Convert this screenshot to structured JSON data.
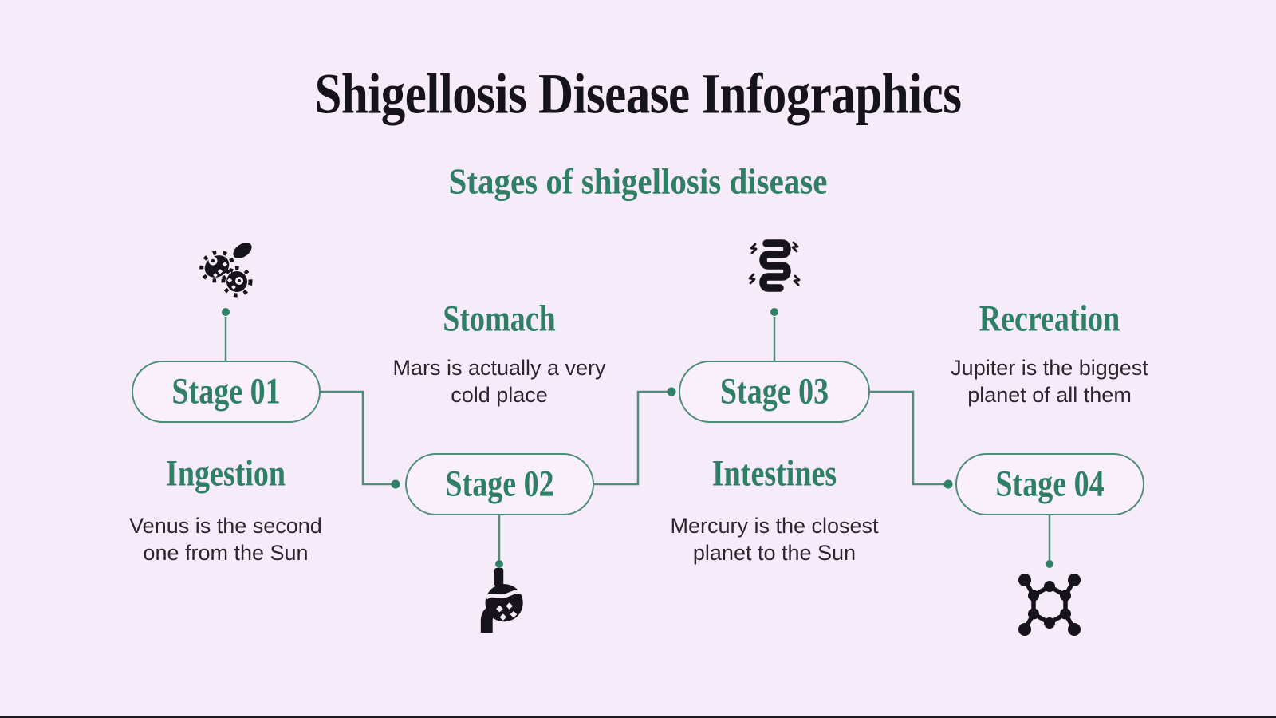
{
  "theme": {
    "bg": "#f6ebf8",
    "line_green": "#4e8d77",
    "text_green": "#2e7f66",
    "dot_green": "#2e7f66",
    "ink": "#17131a",
    "body_text": "#2b2530",
    "pill_bg": "#f9f0fb",
    "footer_bar": "#1d1820"
  },
  "header": {
    "title": "Shigellosis Disease Infographics",
    "subtitle": "Stages of shigellosis disease"
  },
  "stages": [
    {
      "label": "Stage 01",
      "heading": "Ingestion",
      "desc_line1": "Venus is the second",
      "desc_line2": "one from the Sun",
      "icon": "bacteria-icon",
      "icon_position": "above"
    },
    {
      "label": "Stage 02",
      "heading": "Stomach",
      "desc_line1": "Mars is actually a very",
      "desc_line2": "cold place",
      "icon": "stomach-icon",
      "icon_position": "below"
    },
    {
      "label": "Stage 03",
      "heading": "Intestines",
      "desc_line1": "Mercury is the closest",
      "desc_line2": "planet to the Sun",
      "icon": "intestines-icon",
      "icon_position": "above"
    },
    {
      "label": "Stage 04",
      "heading": "Recreation",
      "desc_line1": "Jupiter is the biggest",
      "desc_line2": "planet of all them",
      "icon": "molecule-icon",
      "icon_position": "below"
    }
  ]
}
